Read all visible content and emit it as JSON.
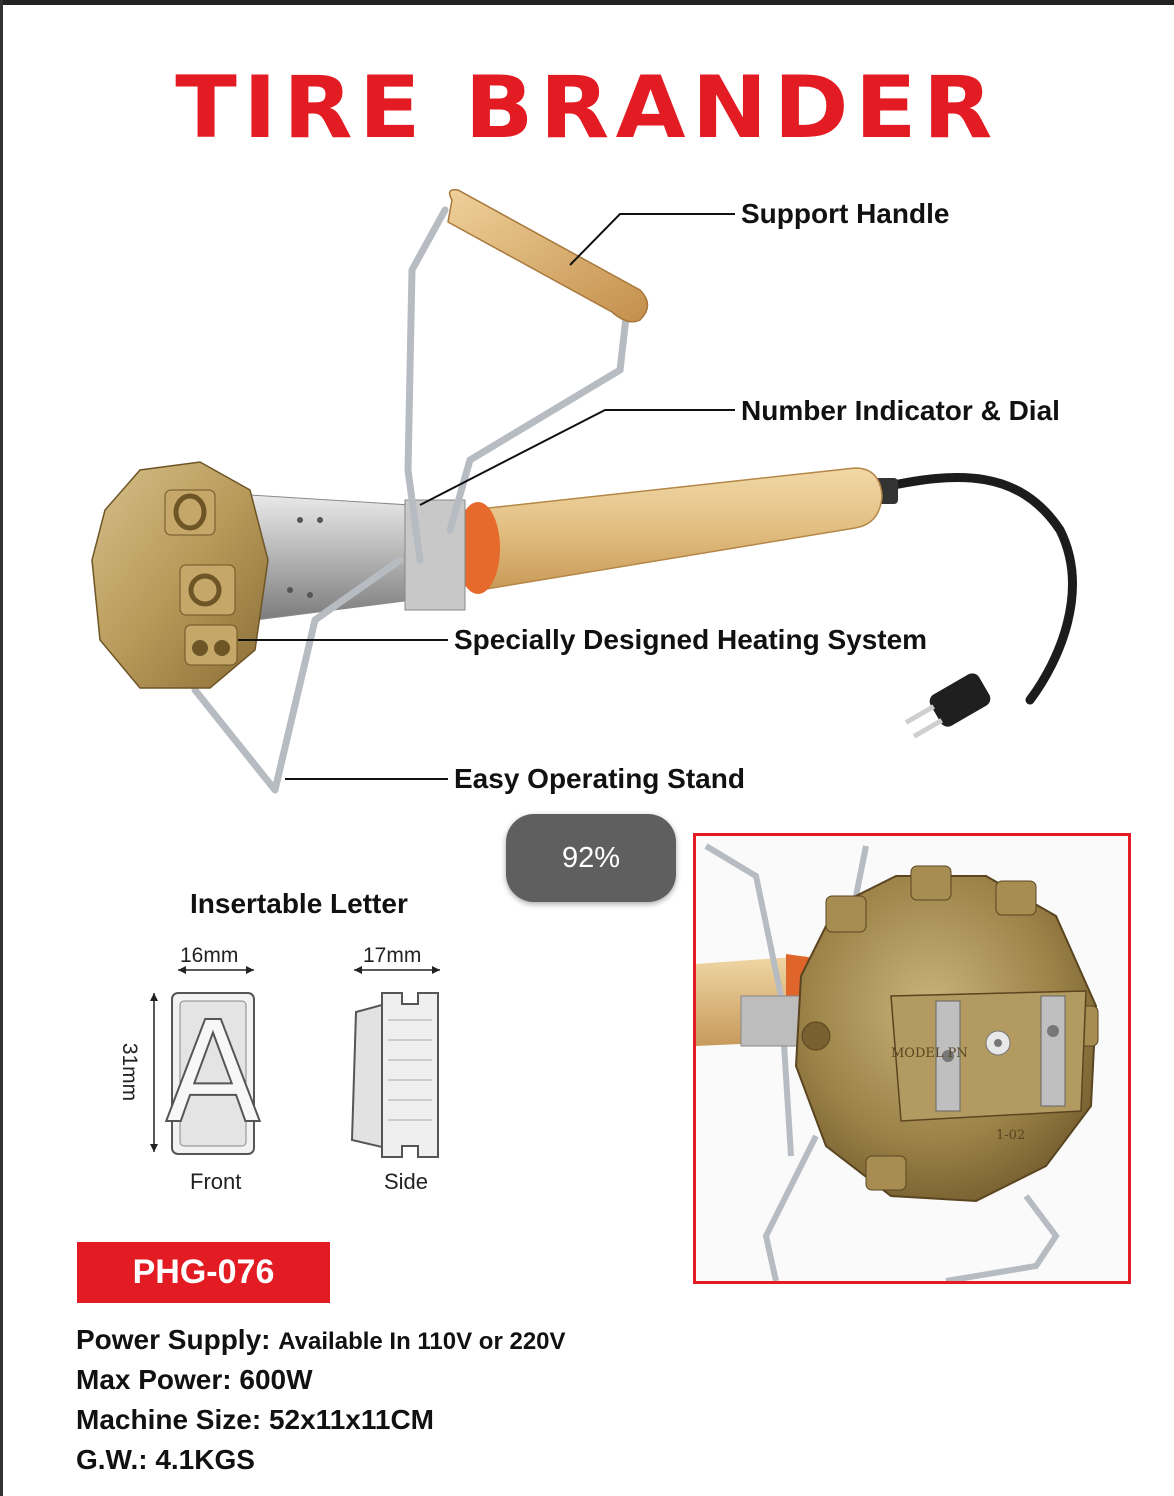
{
  "title": "TIRE BRANDER",
  "colors": {
    "brand_red": "#e31b23"
  },
  "callouts": {
    "support_handle": "Support Handle",
    "number_indicator": "Number Indicator & Dial",
    "heating_system": "Specially Designed Heating System",
    "stand": "Easy Operating Stand"
  },
  "zoom": {
    "level": "92%"
  },
  "insertable": {
    "title": "Insertable Letter",
    "front_width": "16mm",
    "side_width": "17mm",
    "height": "31mm",
    "front_label": "Front",
    "side_label": "Side",
    "letter": "A"
  },
  "model": "PHG-076",
  "specs": [
    {
      "label": "Power Supply:",
      "value": "Available In 110V or 220V"
    },
    {
      "label": "Max Power:",
      "value": "600W"
    },
    {
      "label": "Machine Size:",
      "value": "52x11x11CM"
    },
    {
      "label": "G.W.:",
      "value": "4.1KGS"
    }
  ],
  "inset_labels": {
    "plate": "MODEL PN",
    "serial": "1-02"
  }
}
